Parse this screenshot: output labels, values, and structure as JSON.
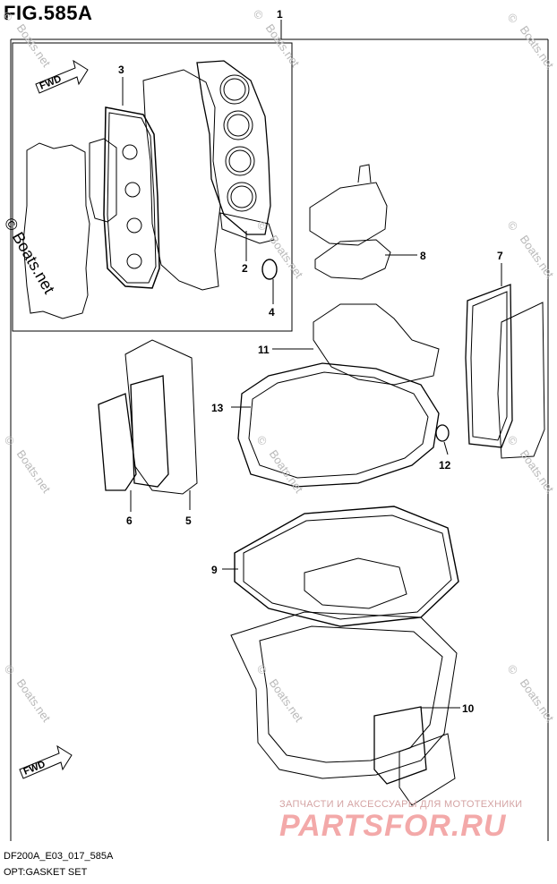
{
  "figure": {
    "title": "FIG.585A"
  },
  "callouts": [
    "1",
    "2",
    "3",
    "4",
    "5",
    "6",
    "7",
    "8",
    "9",
    "10",
    "11",
    "12",
    "13"
  ],
  "labels": {
    "fwd": "FWD"
  },
  "watermark": {
    "copyright": "©",
    "site": "Boats.net",
    "large": "© Boats.net"
  },
  "banner": {
    "line1": "ЗАПЧАСТИ И АКСЕССУАРЫ ДЛЯ МОТОТЕХНИКИ",
    "line2": "PARTSFOR.RU"
  },
  "footer": {
    "code": "DF200A_E03_017_585A",
    "caption": "OPT:GASKET SET"
  },
  "colors": {
    "line": "#000000",
    "watermark": "#b9b9b9",
    "banner": "#f3a9a9"
  }
}
